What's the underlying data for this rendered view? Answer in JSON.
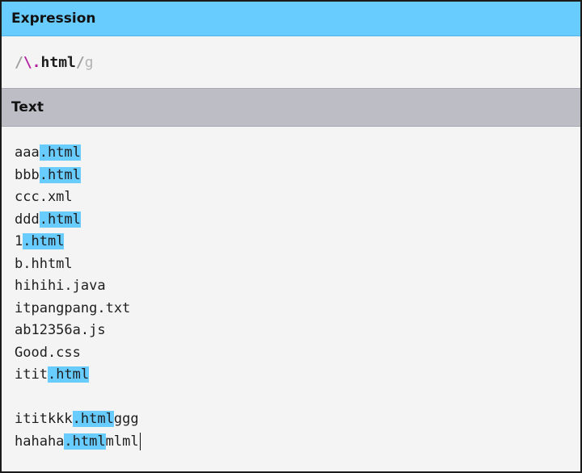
{
  "expression_panel": {
    "title": "Expression",
    "regex": {
      "open_slash": "/",
      "escape": "\\.",
      "literal": "html",
      "close_slash": "/",
      "flags": "g"
    }
  },
  "text_panel": {
    "title": "Text",
    "lines": [
      {
        "pre": "aaa",
        "match": ".html",
        "post": ""
      },
      {
        "pre": "bbb",
        "match": ".html",
        "post": ""
      },
      {
        "pre": "ccc.xml",
        "match": "",
        "post": ""
      },
      {
        "pre": "ddd",
        "match": ".html",
        "post": ""
      },
      {
        "pre": "1",
        "match": ".html",
        "post": ""
      },
      {
        "pre": "b.hhtml",
        "match": "",
        "post": ""
      },
      {
        "pre": "hihihi.java",
        "match": "",
        "post": ""
      },
      {
        "pre": "itpangpang.txt",
        "match": "",
        "post": ""
      },
      {
        "pre": "ab12356a.js",
        "match": "",
        "post": ""
      },
      {
        "pre": "Good.css",
        "match": "",
        "post": ""
      },
      {
        "pre": "itit",
        "match": ".html",
        "post": ""
      },
      {
        "pre": "",
        "match": "",
        "post": ""
      },
      {
        "pre": "ititkkk",
        "match": ".html",
        "post": "ggg"
      },
      {
        "pre": "hahaha",
        "match": ".html",
        "post": "mlml"
      }
    ]
  },
  "colors": {
    "match_highlight": "#69ccff",
    "expression_header": "#69ccff",
    "text_header": "#bdbdc6",
    "escape": "#b31fa0"
  }
}
